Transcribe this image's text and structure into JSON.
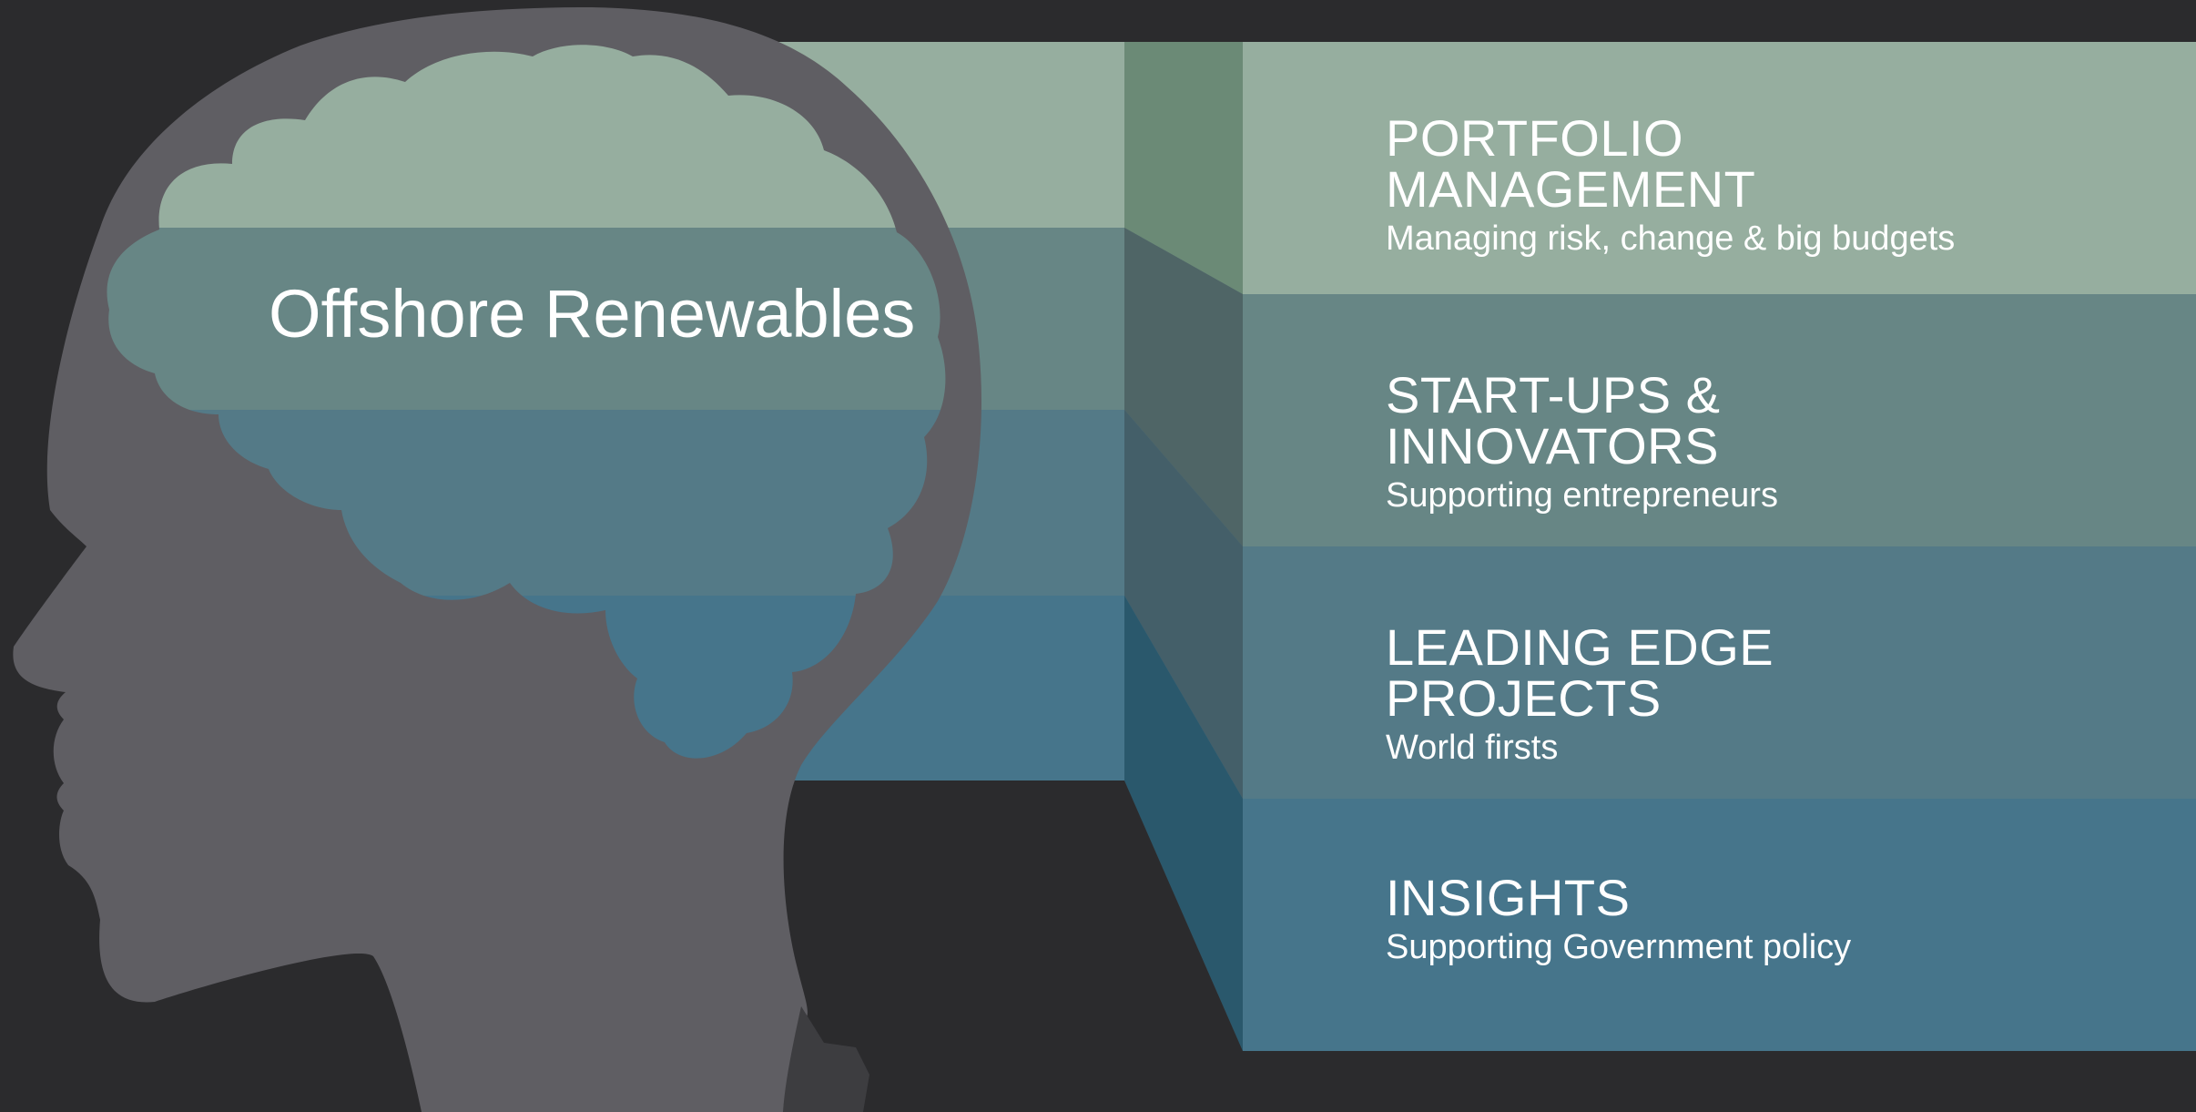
{
  "head": {
    "label": "Offshore Renewables"
  },
  "layers": [
    {
      "title": "PORTFOLIO\nMANAGEMENT",
      "subtitle": "Managing risk, change & big budgets"
    },
    {
      "title": "START-UPS &\nINNOVATORS",
      "subtitle": "Supporting entrepreneurs"
    },
    {
      "title": "LEADING EDGE\nPROJECTS",
      "subtitle": "World firsts"
    },
    {
      "title": "INSIGHTS",
      "subtitle": "Supporting Government policy"
    }
  ],
  "colors": {
    "background": "#2b2b2d",
    "head": "#5f5e63",
    "band_1": "#96ae9f",
    "band_2": "#678685",
    "band_3": "#547a87",
    "band_4": "#46758b",
    "side_1": "#6b8a76",
    "side_2": "#4f6566",
    "side_3": "#445f69",
    "side_4": "#2a586c",
    "text": "#ffffff"
  }
}
